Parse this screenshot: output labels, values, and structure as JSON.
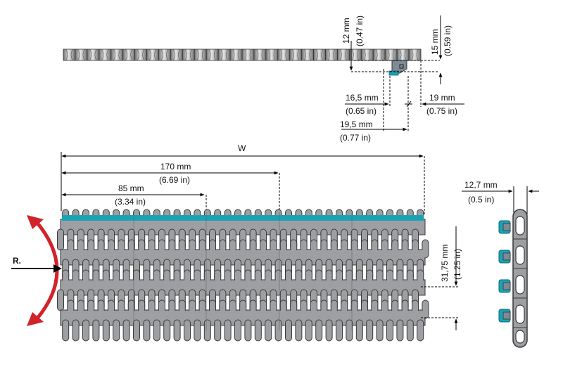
{
  "top_view": {
    "dim_12": {
      "mm": "12 mm",
      "inch": "(0.47 in)"
    },
    "dim_15": {
      "mm": "15 mm",
      "inch": "(0.59 in)"
    },
    "dim_16_5": {
      "mm": "16,5 mm",
      "inch": "(0.65 in)"
    },
    "dim_19": {
      "mm": "19 mm",
      "inch": "(0.75 in)"
    },
    "dim_19_5": {
      "mm": "19,5 mm",
      "inch": "(0.77 in)"
    }
  },
  "main_view": {
    "width_label": "W",
    "dim_170": {
      "mm": "170 mm",
      "inch": "(6.69 in)"
    },
    "dim_85": {
      "mm": "85 mm",
      "inch": "(3.34 in)"
    },
    "pitch": {
      "mm": "31,75 mm",
      "inch": "(1.25 in)"
    },
    "radius_label": "R."
  },
  "side_view": {
    "dim_12_7": {
      "mm": "12,7 mm",
      "inch": "(0.5 in)"
    }
  },
  "colors": {
    "belt_gray": "#9d9fa2",
    "belt_edge": "#3a3a3a",
    "accent_teal": "#1aa3b5",
    "arrow_red": "#d2232a"
  }
}
